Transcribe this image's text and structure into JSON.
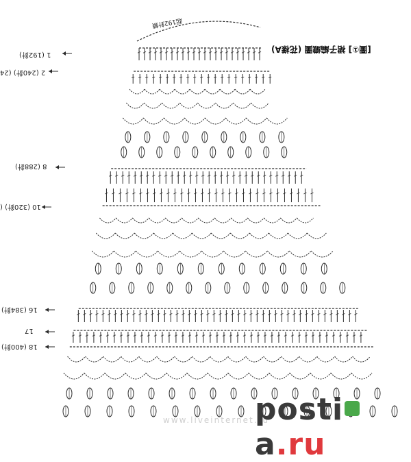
{
  "diagram": {
    "caption": "[圖①] 裙子編織圖 (花樣A)",
    "stitch_note": "起192針鎖",
    "rows": [
      {
        "label": "1 (192針)"
      },
      {
        "label": "2 (240針) (24"
      },
      {
        "label": "8 (288針)"
      },
      {
        "label": "10 (320針) ("
      },
      {
        "label": "16 (384針)"
      },
      {
        "label": "17"
      },
      {
        "label": "18 (400針)"
      }
    ]
  },
  "watermark": {
    "text_a": "posti",
    "text_b": "a",
    "dot_text": ".ru",
    "url": "www.liveinternet.ru",
    "colors": {
      "brand_red": "#e0393d",
      "green": "#4aa84a",
      "blue": "#3a6fc4",
      "orange": "#f0a020"
    }
  },
  "colors": {
    "ink": "#2a2a2a",
    "background": "#ffffff"
  }
}
